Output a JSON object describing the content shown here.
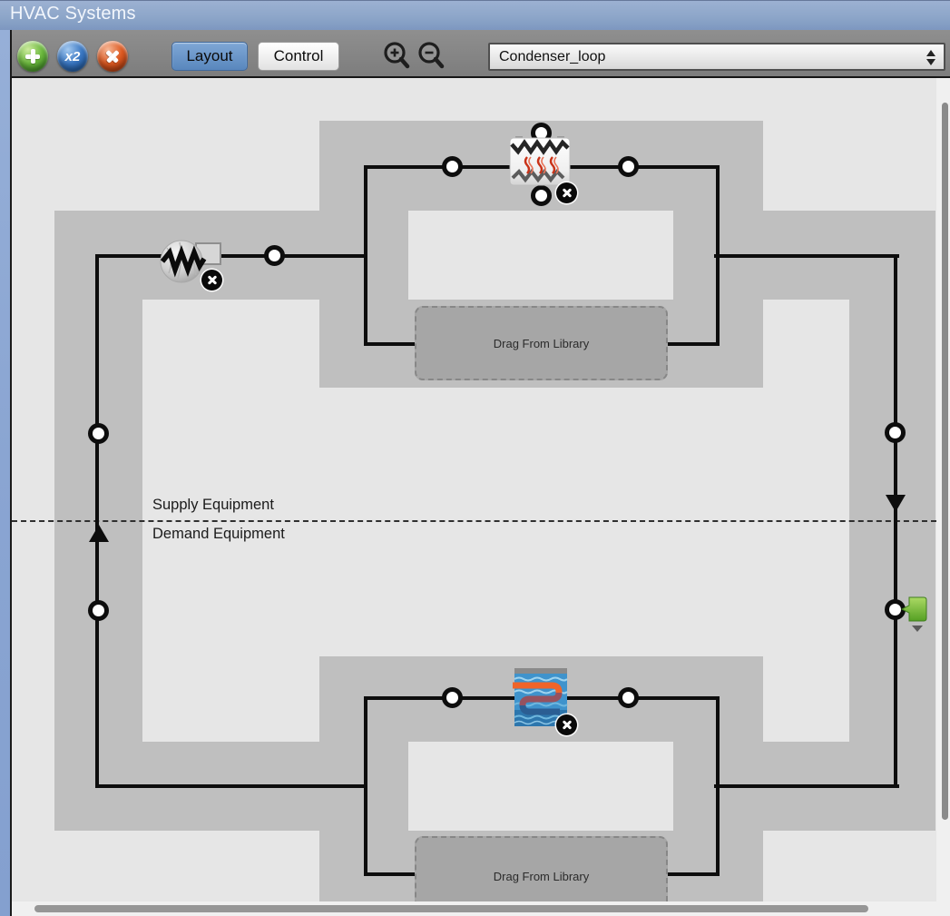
{
  "window": {
    "title": "HVAC Systems"
  },
  "toolbar": {
    "x2_label": "x2",
    "tabs": [
      {
        "label": "Layout",
        "active": true
      },
      {
        "label": "Control",
        "active": false
      }
    ],
    "loop_selector": {
      "value": "Condenser_loop"
    },
    "icons": [
      "add-icon",
      "x2-icon",
      "delete-icon",
      "zoom-in-icon",
      "zoom-out-icon",
      "spinner-icon"
    ]
  },
  "canvas": {
    "supply_label": "Supply Equipment",
    "demand_label": "Demand Equipment",
    "drop_zones": [
      {
        "label": "Drag From Library"
      },
      {
        "label": "Drag From Library"
      }
    ],
    "components": [
      {
        "name": "pump",
        "side": "supply"
      },
      {
        "name": "fluid-cooler",
        "side": "supply"
      },
      {
        "name": "water-coil",
        "side": "demand"
      },
      {
        "name": "demand-link-tag",
        "side": "demand"
      }
    ]
  },
  "colors": {
    "titlebar_blue": "#8aa5d2",
    "toolbar_gray": "#858585",
    "active_tab_blue": "#6897c9",
    "canvas_light": "#e6e6e6",
    "band_gray": "#bfbfbf",
    "dropzone_gray": "#a6a6a6",
    "add_green": "#6cb93e",
    "x2_blue": "#3a77c2",
    "delete_red": "#dd5a22",
    "link_tag_green": "#6db33f"
  }
}
